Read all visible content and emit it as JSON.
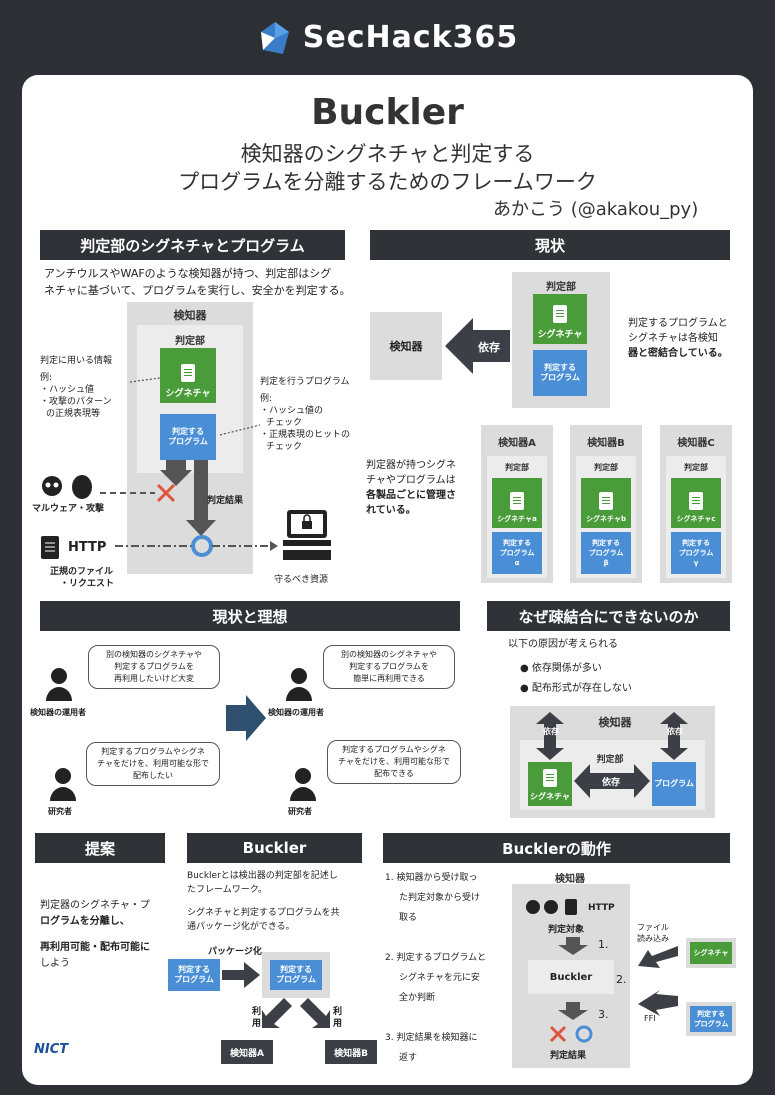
{
  "header": {
    "logo_text": "SecHack365"
  },
  "poster": {
    "title": "Buckler",
    "subtitle_line1": "検知器のシグネチャと判定する",
    "subtitle_line2": "プログラムを分離するためのフレームワーク",
    "author": "あかこう (@akakou_py)"
  },
  "s1": {
    "heading": "判定部のシグネチャとプログラム",
    "desc_line1": "アンチウルスやWAFのような検知器が持つ、判定部はシグ",
    "desc_line2": "ネチャに基づいて、プログラムを実行し、安全かを判定する。",
    "detector": "検知器",
    "judge": "判定部",
    "signature": "シグネチャ",
    "program_line1": "判定する",
    "program_line2": "プログラム",
    "info_title": "判定に用いる情報",
    "info_ex": "例:",
    "info_item1": "・ハッシュ値",
    "info_item2": "・攻撃のパターン",
    "info_item3": "の正規表現等",
    "prog_title": "判定を行うプログラム",
    "prog_ex": "例:",
    "prog_item1": "・ハッシュ値の",
    "prog_item2": "チェック",
    "prog_item3": "・正規表現のヒットの",
    "prog_item4": "チェック",
    "malware": "マルウェア・攻撃",
    "result": "判定結果",
    "http": "HTTP",
    "normal_line1": "正規のファイル",
    "normal_line2": "・リクエスト",
    "resource": "守るべき資源"
  },
  "s2": {
    "heading": "現状",
    "judge": "判定部",
    "signature": "シグネチャ",
    "program_line1": "判定する",
    "program_line2": "プログラム",
    "detector": "検知器",
    "depend": "依存",
    "note_line1": "判定するプログラムと",
    "note_line2": "シグネチャは各検知",
    "note_line3": "器と密結合している。",
    "note2_line1": "判定器が持つシグネ",
    "note2_line2": "チャやプログラムは",
    "note2_line3": "各製品ごとに管理さ",
    "note2_line4": "れている。",
    "products": [
      {
        "name": "検知器A",
        "judge": "判定部",
        "sig": "シグネチャa",
        "prog1": "判定する",
        "prog2": "プログラム",
        "prog3": "α"
      },
      {
        "name": "検知器B",
        "judge": "判定部",
        "sig": "シグネチャb",
        "prog1": "判定する",
        "prog2": "プログラム",
        "prog3": "β"
      },
      {
        "name": "検知器C",
        "judge": "判定部",
        "sig": "シグネチャc",
        "prog1": "判定する",
        "prog2": "プログラム",
        "prog3": "γ"
      }
    ]
  },
  "s3": {
    "heading": "現状と理想",
    "b1_line1": "別の検知器のシグネチャや",
    "b1_line2": "判定するプログラムを",
    "b1_line3": "再利用したいけど大変",
    "b2_line1": "別の検知器のシグネチャや",
    "b2_line2": "判定するプログラムを",
    "b2_line3": "簡単に再利用できる",
    "b3_line1": "判定するプログラムやシグネ",
    "b3_line2": "チャをだけを、利用可能な形で",
    "b3_line3": "配布したい",
    "b4_line1": "判定するプログラムやシグネ",
    "b4_line2": "チャをだけを、利用可能な形で",
    "b4_line3": "配布できる",
    "operator": "検知器の運用者",
    "researcher": "研究者"
  },
  "s4": {
    "heading": "なぜ疎結合にできないのか",
    "intro": "以下の原因が考えられる",
    "reason1": "依存関係が多い",
    "reason2": "配布形式が存在しない",
    "detector": "検知器",
    "depend": "依存",
    "judge": "判定部",
    "signature": "シグネチャ",
    "program": "プログラム"
  },
  "s5": {
    "heading": "提案",
    "line1": "判定器のシグネチャ・プ",
    "line2": "ログラムを分離し、",
    "line3": "再利用可能・配布可能に",
    "line4": "しよう",
    "nict": "NICT"
  },
  "s6": {
    "heading": "Buckler",
    "line1": "Bucklerとは検出器の判定部を記述し",
    "line2": "たフレームワーク。",
    "line3": "シグネチャと判定するプログラムを共",
    "line4": "通パッケージ化ができる。",
    "packaging": "パッケージ化",
    "prog_line1": "判定する",
    "prog_line2": "プログラム",
    "use1": "利用",
    "use2": "利用",
    "detA": "検知器A",
    "detB": "検知器B"
  },
  "s7": {
    "heading": "Bucklerの動作",
    "step1_line1": "1.  検知器から受け取っ",
    "step1_line2": "た判定対象から受け",
    "step1_line3": "取る",
    "step2_line1": "2.  判定するプログラムと",
    "step2_line2": "シグネチャを元に安",
    "step2_line3": "全か判断",
    "step3_line1": "3.  判定結果を検知器に",
    "step3_line2": "返す",
    "detector": "検知器",
    "http": "HTTP",
    "target": "判定対象",
    "buckler": "Buckler",
    "result": "判定結果",
    "n1": "1.",
    "n2": "2.",
    "n3": "3.",
    "file_line1": "ファイル",
    "file_line2": "読み込み",
    "ffi": "FFI",
    "signature": "シグネチャ",
    "prog_line1": "判定する",
    "prog_line2": "プログラム"
  }
}
